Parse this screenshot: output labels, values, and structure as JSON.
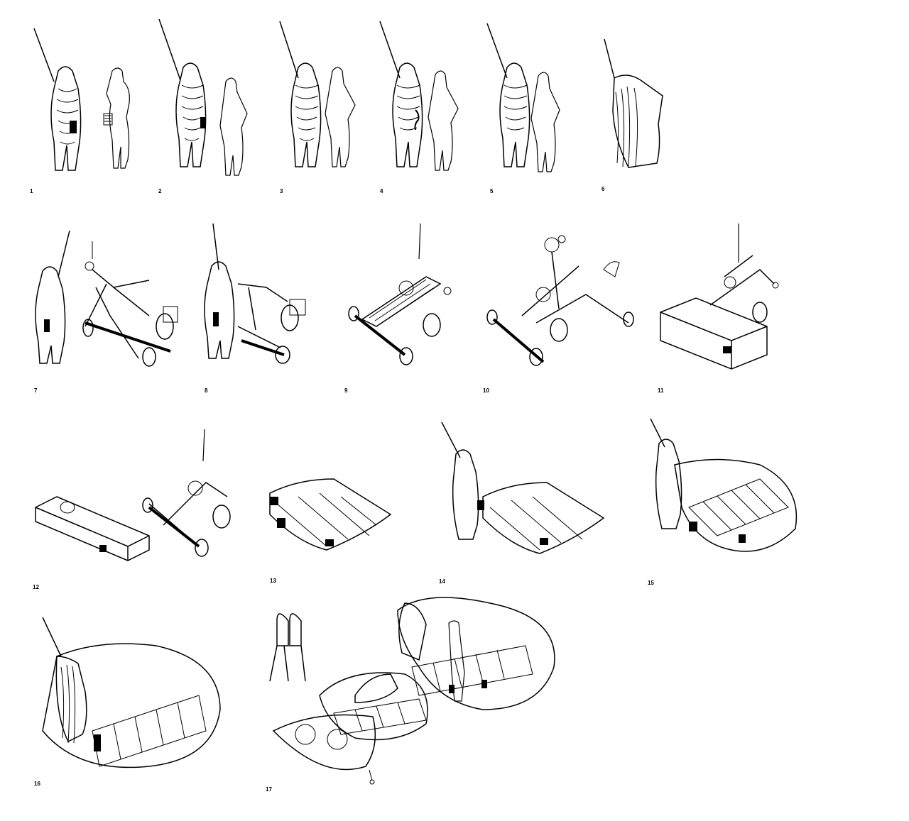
{
  "panels": [
    {
      "label": "1"
    },
    {
      "label": "2"
    },
    {
      "label": "3"
    },
    {
      "label": "4"
    },
    {
      "label": "5"
    },
    {
      "label": "6"
    },
    {
      "label": "7"
    },
    {
      "label": "8"
    },
    {
      "label": "9"
    },
    {
      "label": "10"
    },
    {
      "label": "11"
    },
    {
      "label": "12"
    },
    {
      "label": "13"
    },
    {
      "label": "14"
    },
    {
      "label": "15"
    },
    {
      "label": "16"
    },
    {
      "label": "17"
    }
  ],
  "colors": {
    "ink": "#000000",
    "paper": "#ffffff"
  }
}
